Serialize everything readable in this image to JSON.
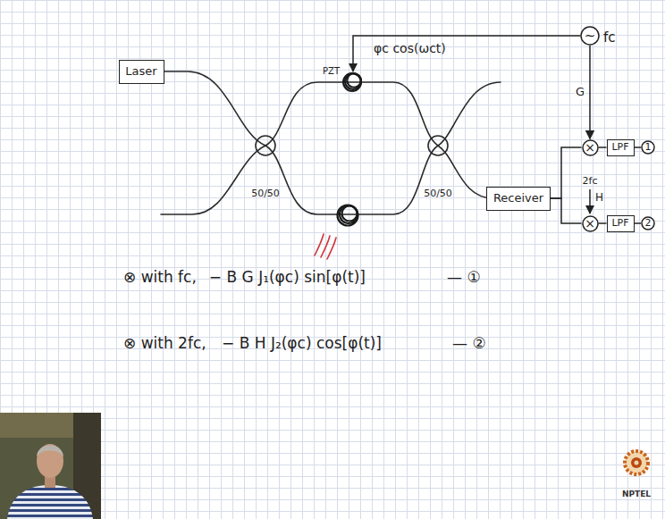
{
  "diagram": {
    "nodes": [
      {
        "text": [
          "Laser"
        ]
      },
      {
        "text": [
          "PZT"
        ]
      },
      {
        "text": [
          "~",
          "fc"
        ]
      },
      {
        "text": [
          "×"
        ]
      },
      {
        "text": [
          "LPF"
        ]
      },
      {
        "text": [
          "1"
        ]
      },
      {
        "text": [
          "Receiver"
        ]
      },
      {
        "text": [
          "×"
        ]
      },
      {
        "text": [
          "LPF"
        ]
      },
      {
        "text": [
          "2"
        ]
      }
    ],
    "edges": [
      {
        "from": 2,
        "to": 1,
        "arrow": "to"
      },
      {
        "from": 2,
        "to": 3,
        "arrow": "to",
        "label": "G"
      },
      {
        "from": 6,
        "to": 3,
        "arrow": "none"
      },
      {
        "from": 6,
        "to": 7,
        "arrow": "none"
      },
      {
        "from": 3,
        "to": 4,
        "arrow": "none"
      },
      {
        "from": 4,
        "to": 5,
        "arrow": "none"
      },
      {
        "from": 7,
        "to": 8,
        "arrow": "none"
      },
      {
        "from": 8,
        "to": 9,
        "arrow": "none"
      }
    ],
    "labels": [
      "φc cos(ωct)",
      "50/50",
      "50/50",
      "2fc",
      "H",
      "⊗ with fc,",
      "− B G J₁(φc) sin[φ(t)]",
      "— ①",
      "⊗ with 2fc,",
      "− B H J₂(φc) cos[φ(t)]",
      "— ②",
      "NPTEL"
    ]
  }
}
